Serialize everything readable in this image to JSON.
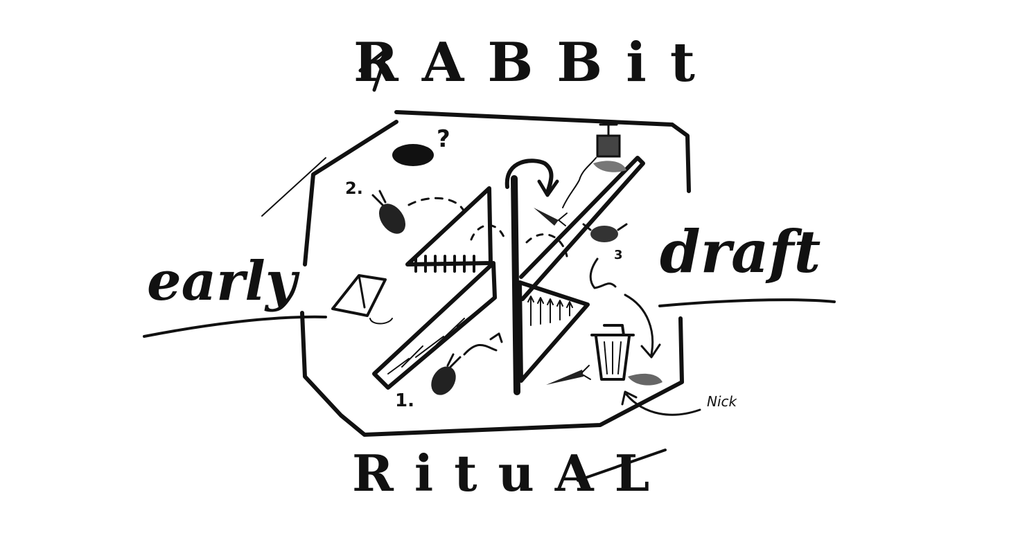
{
  "diagram": {
    "title_top": "RABBit",
    "title_bottom": "RituAL",
    "label_left": "early",
    "label_right": "draft",
    "step_1": "1.",
    "step_2": "2.",
    "step_3": "3",
    "question_mark": "?",
    "callout_nick": "Nick",
    "ink_color": "#111111",
    "background": "#ffffff",
    "icons": [
      "rabbit-hole-icon",
      "rabbit-icon",
      "plunger-detonator-icon",
      "carrot-icon",
      "trash-can-icon",
      "cheese-wedge-icon",
      "spike-trap-icon",
      "ramp-icon"
    ]
  }
}
